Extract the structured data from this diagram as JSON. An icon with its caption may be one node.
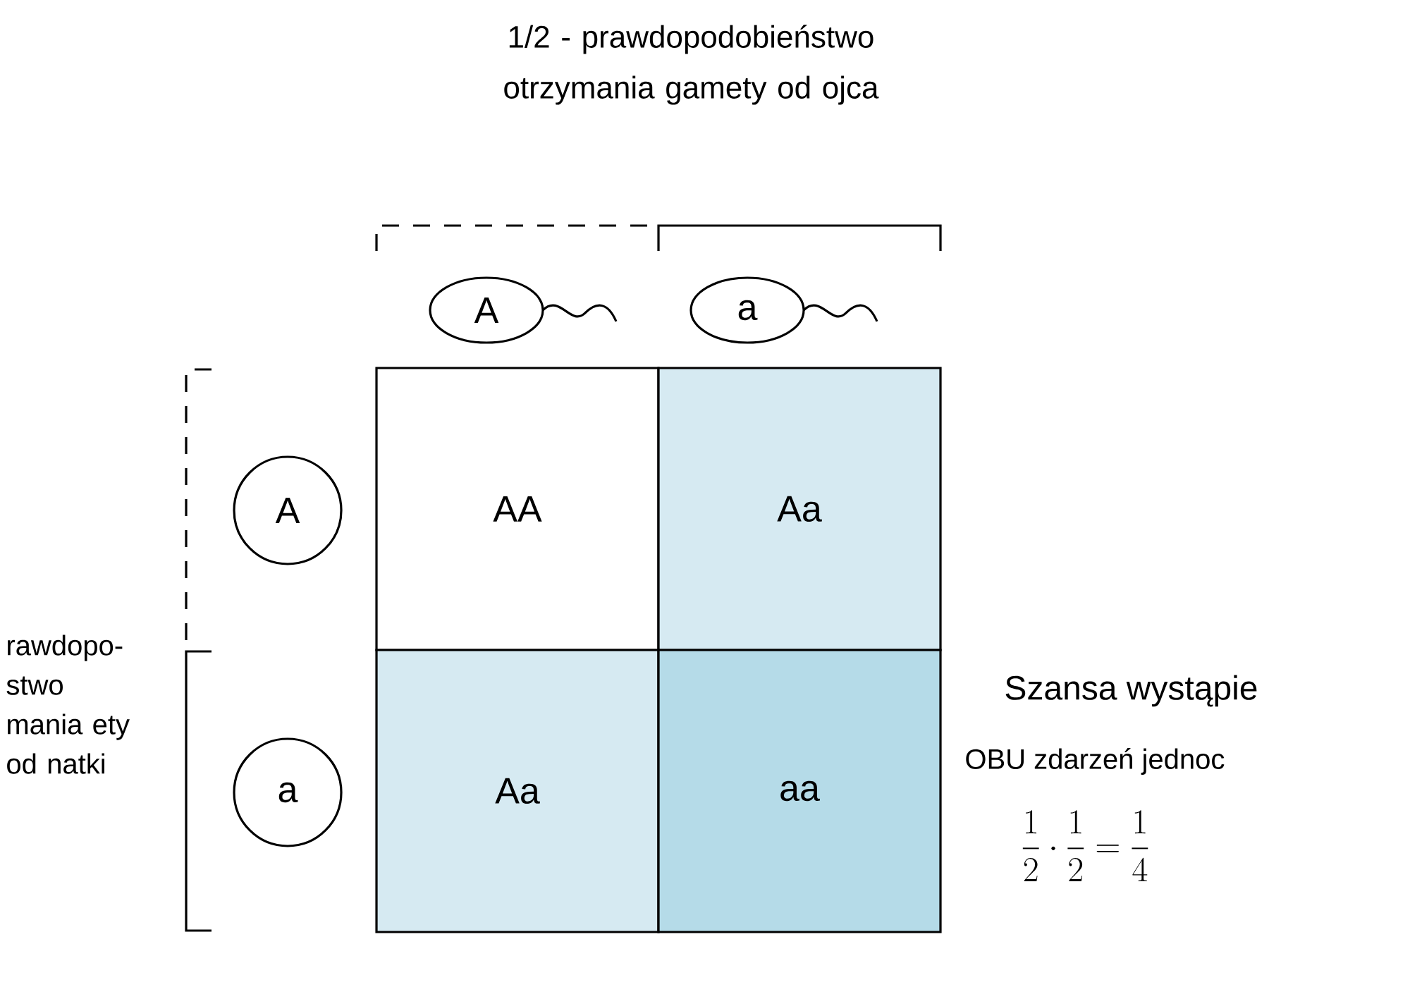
{
  "diagram": {
    "nodes": [
      {
        "text": [
          "A"
        ]
      },
      {
        "text": [
          "a"
        ]
      },
      {
        "text": [
          "A"
        ]
      },
      {
        "text": [
          "a"
        ]
      },
      {
        "text": [
          "AA"
        ]
      },
      {
        "text": [
          "Aa"
        ]
      },
      {
        "text": [
          "Aa"
        ]
      },
      {
        "text": [
          "aa"
        ]
      }
    ],
    "labels": [
      "1/2 - prawdopodobieństwo otrzymania gamety od ojca",
      "rawdopo- stwo mania ety od natki",
      "Szansa wystąpie",
      "OBU zdarzeń jednoc",
      "\\frac{1}{2} \\cdot \\frac{1}{2} = \\frac{1}{4}"
    ]
  }
}
